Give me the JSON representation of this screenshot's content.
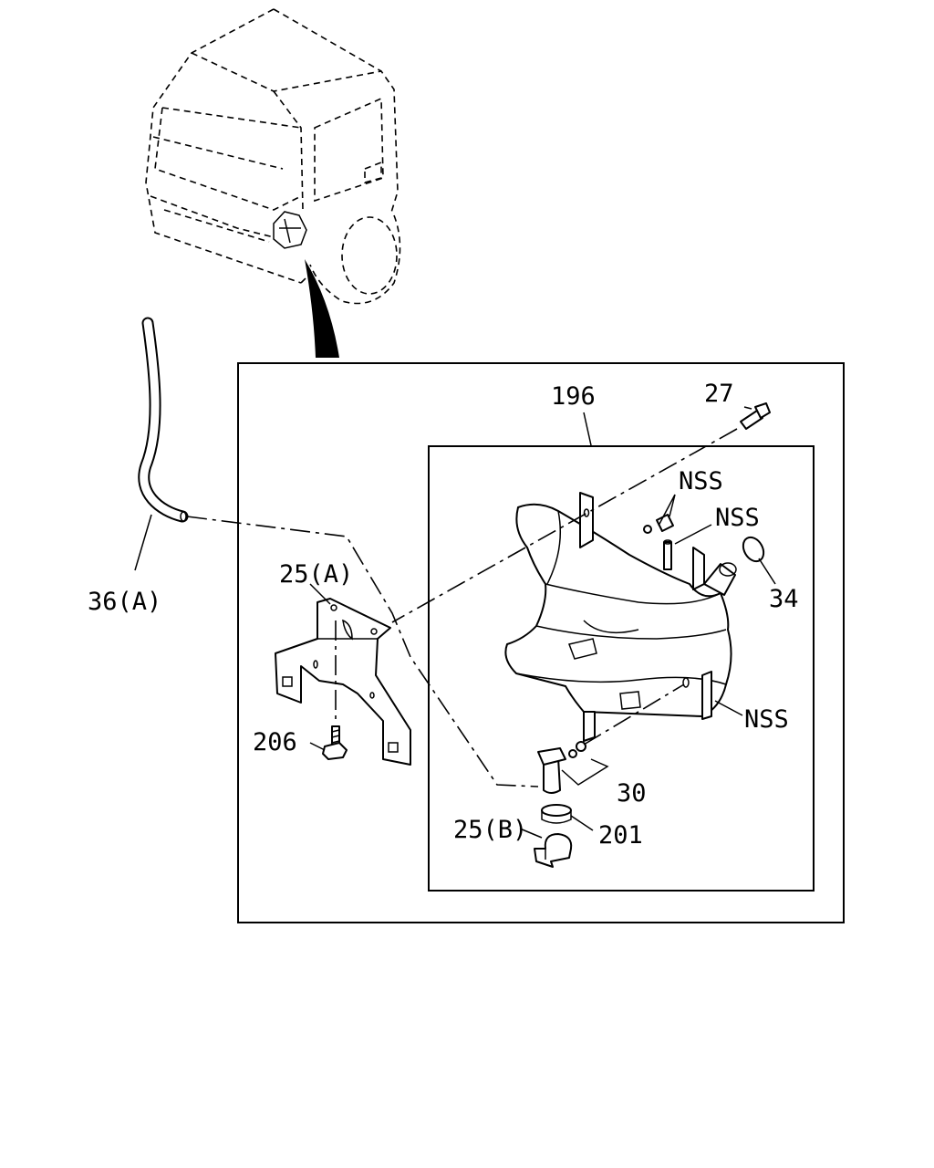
{
  "labels": {
    "tank": "196",
    "bolt_top": "27",
    "nss_top": "NSS",
    "nss_mid": "NSS",
    "nss_bottom": "NSS",
    "ring": "34",
    "hose": "36(A)",
    "bracket_a": "25(A)",
    "bolt_bottom": "206",
    "pump": "30",
    "bracket_b": "25(B)",
    "grommet": "201"
  }
}
